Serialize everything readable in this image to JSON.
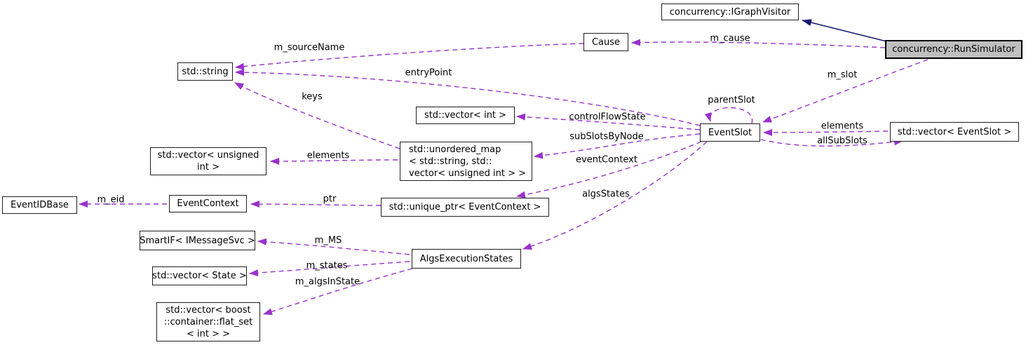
{
  "colors": {
    "usage_edge": "#9932cc",
    "inheritance_edge": "#191970",
    "node_fill": "#ffffff",
    "highlight_node_fill": "#bfbfbf",
    "node_border": "#1f1f1f"
  },
  "nodes": {
    "igraphvisitor": {
      "label": "concurrency::IGraphVisitor"
    },
    "runsimulator": {
      "label": "concurrency::RunSimulator"
    },
    "cause": {
      "label": "Cause"
    },
    "stdstring": {
      "label": "std::string"
    },
    "vector_int": {
      "label": "std::vector< int >"
    },
    "eventslot": {
      "label": "EventSlot"
    },
    "vector_eventslot": {
      "label": "std::vector< EventSlot >"
    },
    "unordered_map": {
      "lines": [
        "std::unordered_map",
        "< std::string, std::",
        "vector< unsigned int > >"
      ]
    },
    "vector_unsigned": {
      "lines": [
        "std::vector< unsigned",
        "int >"
      ]
    },
    "eventidbase": {
      "label": "EventIDBase"
    },
    "eventcontext": {
      "label": "EventContext"
    },
    "unique_ptr": {
      "label": "std::unique_ptr< EventContext >"
    },
    "smartif": {
      "label": "SmartIF< IMessageSvc >"
    },
    "algsexecstates": {
      "label": "AlgsExecutionStates"
    },
    "vector_state": {
      "label": "std::vector< State >"
    },
    "vector_boost": {
      "lines": [
        "std::vector< boost",
        "::container::flat_set",
        "< int > >"
      ]
    }
  },
  "edge_labels": {
    "m_cause": "m_cause",
    "m_sourceName": "m_sourceName",
    "entryPoint": "entryPoint",
    "keys": "keys",
    "controlFlowState": "controlFlowState",
    "subSlotsByNode": "subSlotsByNode",
    "eventContext": "eventContext",
    "algsStates": "algsStates",
    "m_slot": "m_slot",
    "parentSlot": "parentSlot",
    "elements_right": "elements",
    "allSubSlots": "allSubSlots",
    "elements_left": "elements",
    "m_eid": "m_eid",
    "ptr": "ptr",
    "m_MS": "m_MS",
    "m_states": "m_states",
    "m_algsInState": "m_algsInState"
  }
}
